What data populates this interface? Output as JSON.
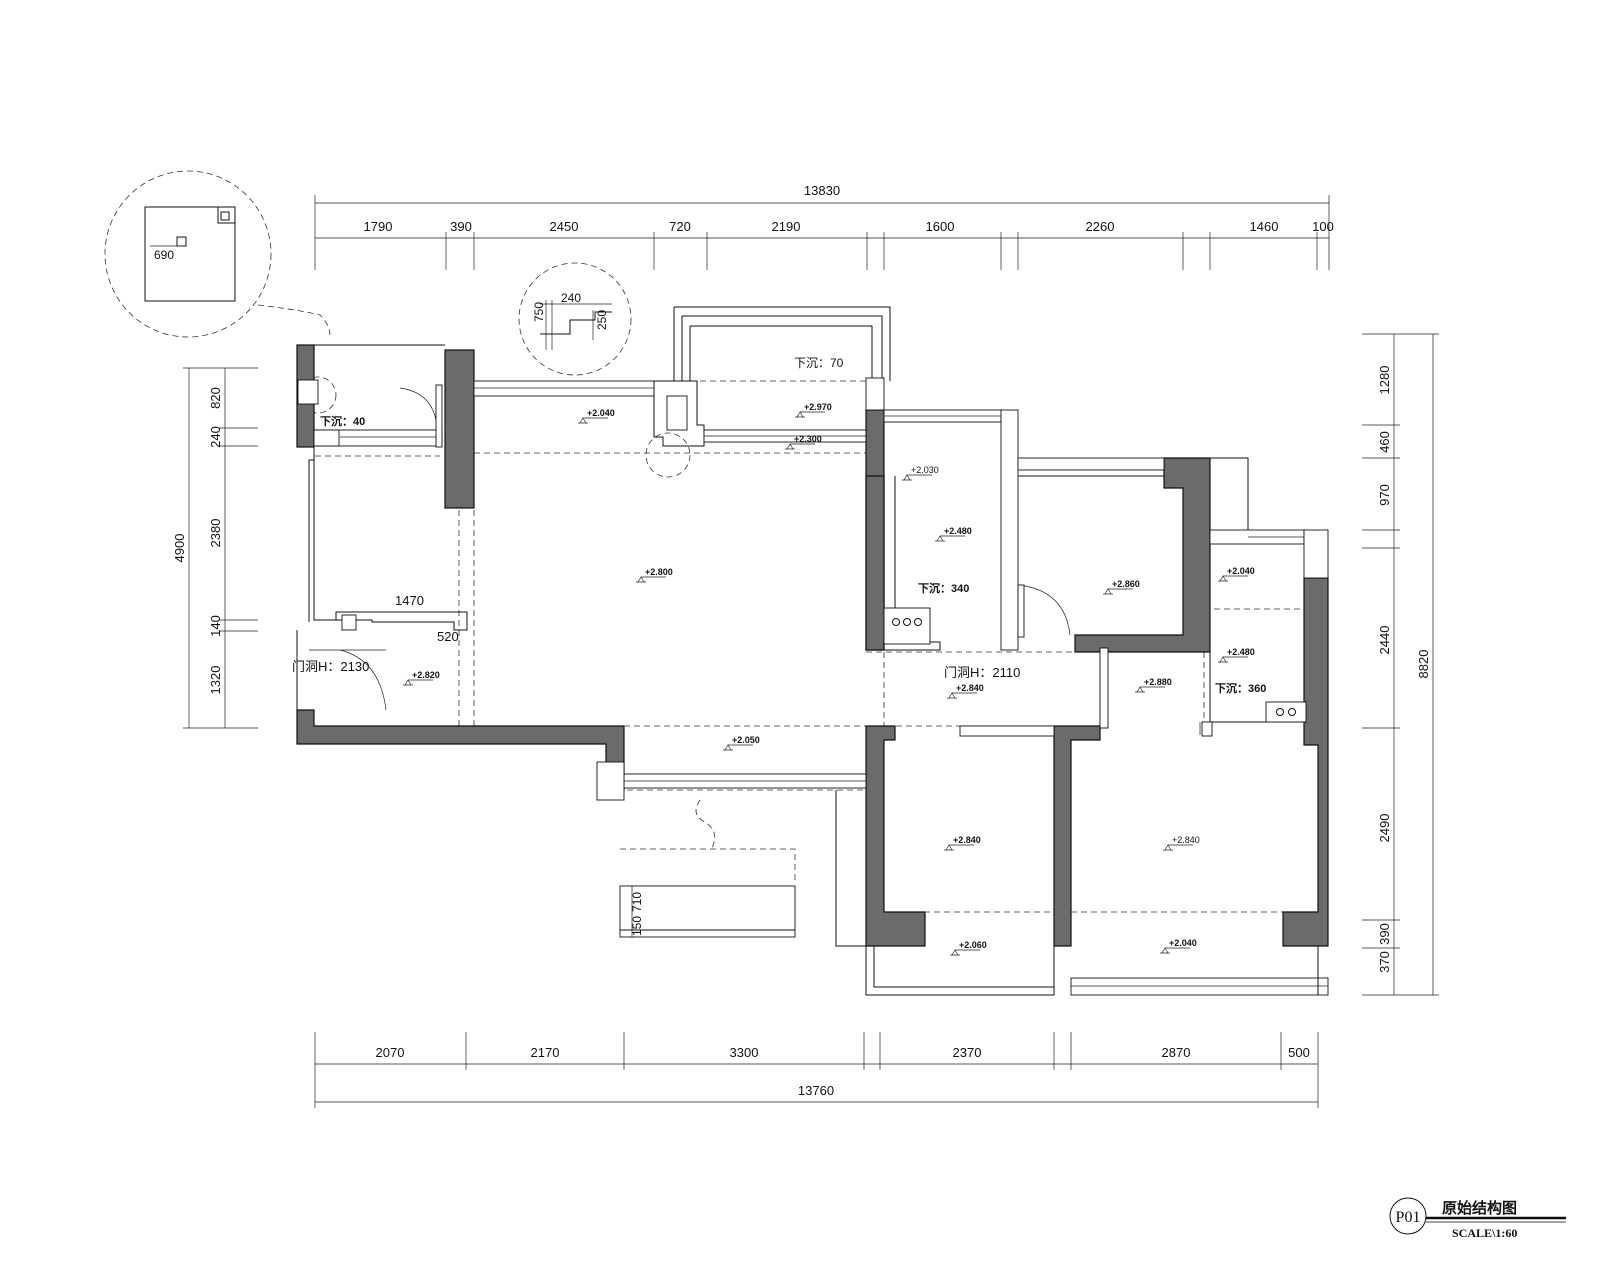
{
  "top_dimensions": {
    "total": "13830",
    "segments": [
      "1790",
      "390",
      "2450",
      "720",
      "2190",
      "1600",
      "2260",
      "1460",
      "100"
    ]
  },
  "bottom_dimensions": {
    "total": "13760",
    "segments": [
      "2070",
      "2170",
      "3300",
      "2370",
      "2870",
      "500"
    ]
  },
  "left_dimensions": {
    "total": "4900",
    "segments": [
      "820",
      "240",
      "2380",
      "140",
      "1320"
    ]
  },
  "right_dimensions": {
    "total": "8820",
    "segments": [
      "1280",
      "460",
      "970",
      "2440",
      "2490",
      "390",
      "370"
    ]
  },
  "detail_callouts": {
    "column_detail": "690",
    "step_detail": [
      "240",
      "750",
      "250"
    ]
  },
  "inner_dimensions": {
    "niche_width": "1470",
    "niche_depth": "520",
    "balcony_bench": [
      "710",
      "150"
    ]
  },
  "annotations": {
    "sink_top_balcony": "下沉：70",
    "sink_40": "下沉：40",
    "sink_340": "下沉：340",
    "sink_360": "下沉：360",
    "door_opening_left": "门洞H：2130",
    "door_opening_mid": "门洞H：2110"
  },
  "elevations": {
    "e_2040_balcony": "+2.040",
    "e_2970": "+2.970",
    "e_2300": "+2.300",
    "e_2030": "+2.030",
    "e_2480_kitchen": "+2.480",
    "e_2860": "+2.860",
    "e_2800": "+2.800",
    "e_2820": "+2.820",
    "e_2840_hall": "+2.840",
    "e_2880": "+2.880",
    "e_2040_right": "+2.040",
    "e_2480_bath": "+2.480",
    "e_2050": "+2.050",
    "e_2840_room_a": "+2.840",
    "e_2840_room_b": "+2.840",
    "e_2060": "+2.060",
    "e_2040_bottom": "+2.040"
  },
  "title_block": {
    "code": "P01",
    "title": "原始结构图",
    "scale": "SCALE\\1:60"
  }
}
